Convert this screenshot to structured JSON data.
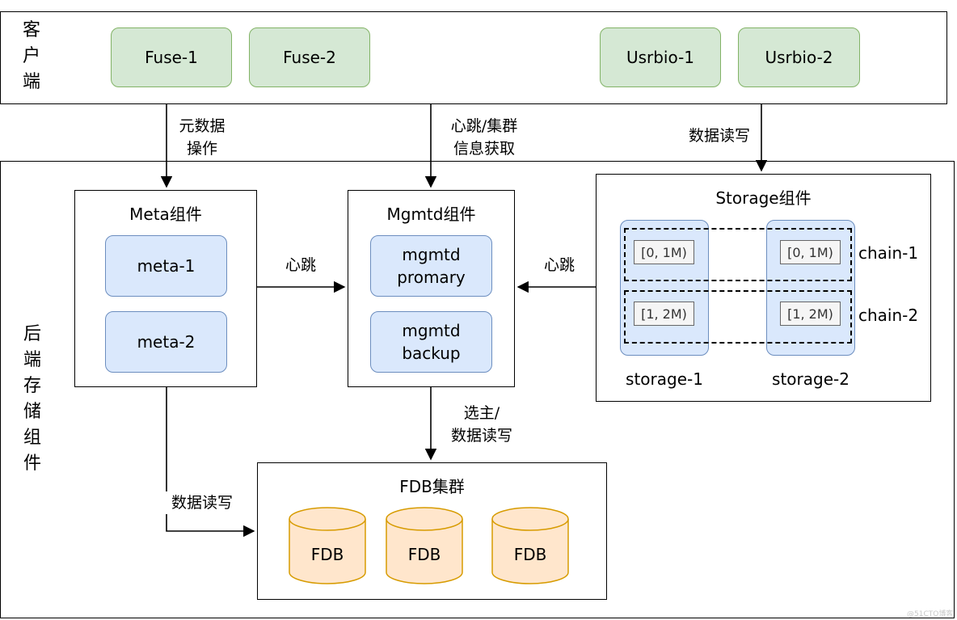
{
  "client": {
    "label": "客户端",
    "nodes": [
      "Fuse-1",
      "Fuse-2",
      "Usrbio-1",
      "Usrbio-2"
    ]
  },
  "backend": {
    "label": "后端存储组件"
  },
  "meta": {
    "title": "Meta组件",
    "nodes": [
      "meta-1",
      "meta-2"
    ]
  },
  "mgmtd": {
    "title": "Mgmtd组件",
    "nodes": [
      {
        "line1": "mgmtd",
        "line2": "promary"
      },
      {
        "line1": "mgmtd",
        "line2": "backup"
      }
    ]
  },
  "storage": {
    "title": "Storage组件",
    "nodes": [
      "storage-1",
      "storage-2"
    ],
    "chains": [
      {
        "name": "chain-1",
        "range": "[0, 1M)"
      },
      {
        "name": "chain-2",
        "range": "[1, 2M)"
      }
    ]
  },
  "fdb": {
    "title": "FDB集群",
    "nodes": [
      "FDB",
      "FDB",
      "FDB"
    ]
  },
  "edges": {
    "client_meta": {
      "line1": "元数据",
      "line2": "操作"
    },
    "client_mgmtd": {
      "line1": "心跳/集群",
      "line2": "信息获取"
    },
    "client_storage": "数据读写",
    "meta_mgmtd": "心跳",
    "storage_mgmtd": "心跳",
    "mgmtd_fdb": {
      "line1": "选主/",
      "line2": "数据读写"
    },
    "meta_fdb": "数据读写"
  },
  "watermark": "@51CTO博客",
  "colors": {
    "client_fill": "#d5e8d4",
    "client_stroke": "#82b366",
    "component_fill": "#dae8fc",
    "component_stroke": "#6c8ebf",
    "fdb_fill": "#ffe6cc",
    "fdb_stroke": "#d79b00"
  }
}
